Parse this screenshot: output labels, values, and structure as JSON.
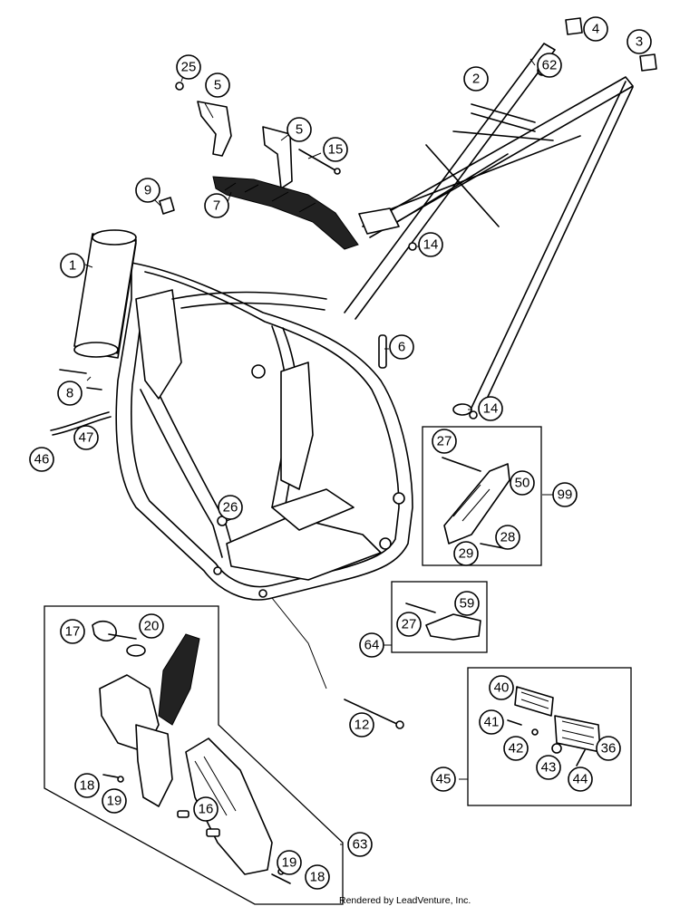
{
  "credit": "Rendered by LeadVenture, Inc.",
  "callouts": [
    "1",
    "2",
    "3",
    "4",
    "5",
    "5",
    "6",
    "7",
    "8",
    "9",
    "12",
    "14",
    "14",
    "15",
    "16",
    "17",
    "18",
    "18",
    "19",
    "19",
    "20",
    "25",
    "26",
    "27",
    "27",
    "28",
    "29",
    "36",
    "40",
    "41",
    "42",
    "43",
    "44",
    "45",
    "46",
    "47",
    "50",
    "59",
    "62",
    "63",
    "64",
    "99"
  ]
}
